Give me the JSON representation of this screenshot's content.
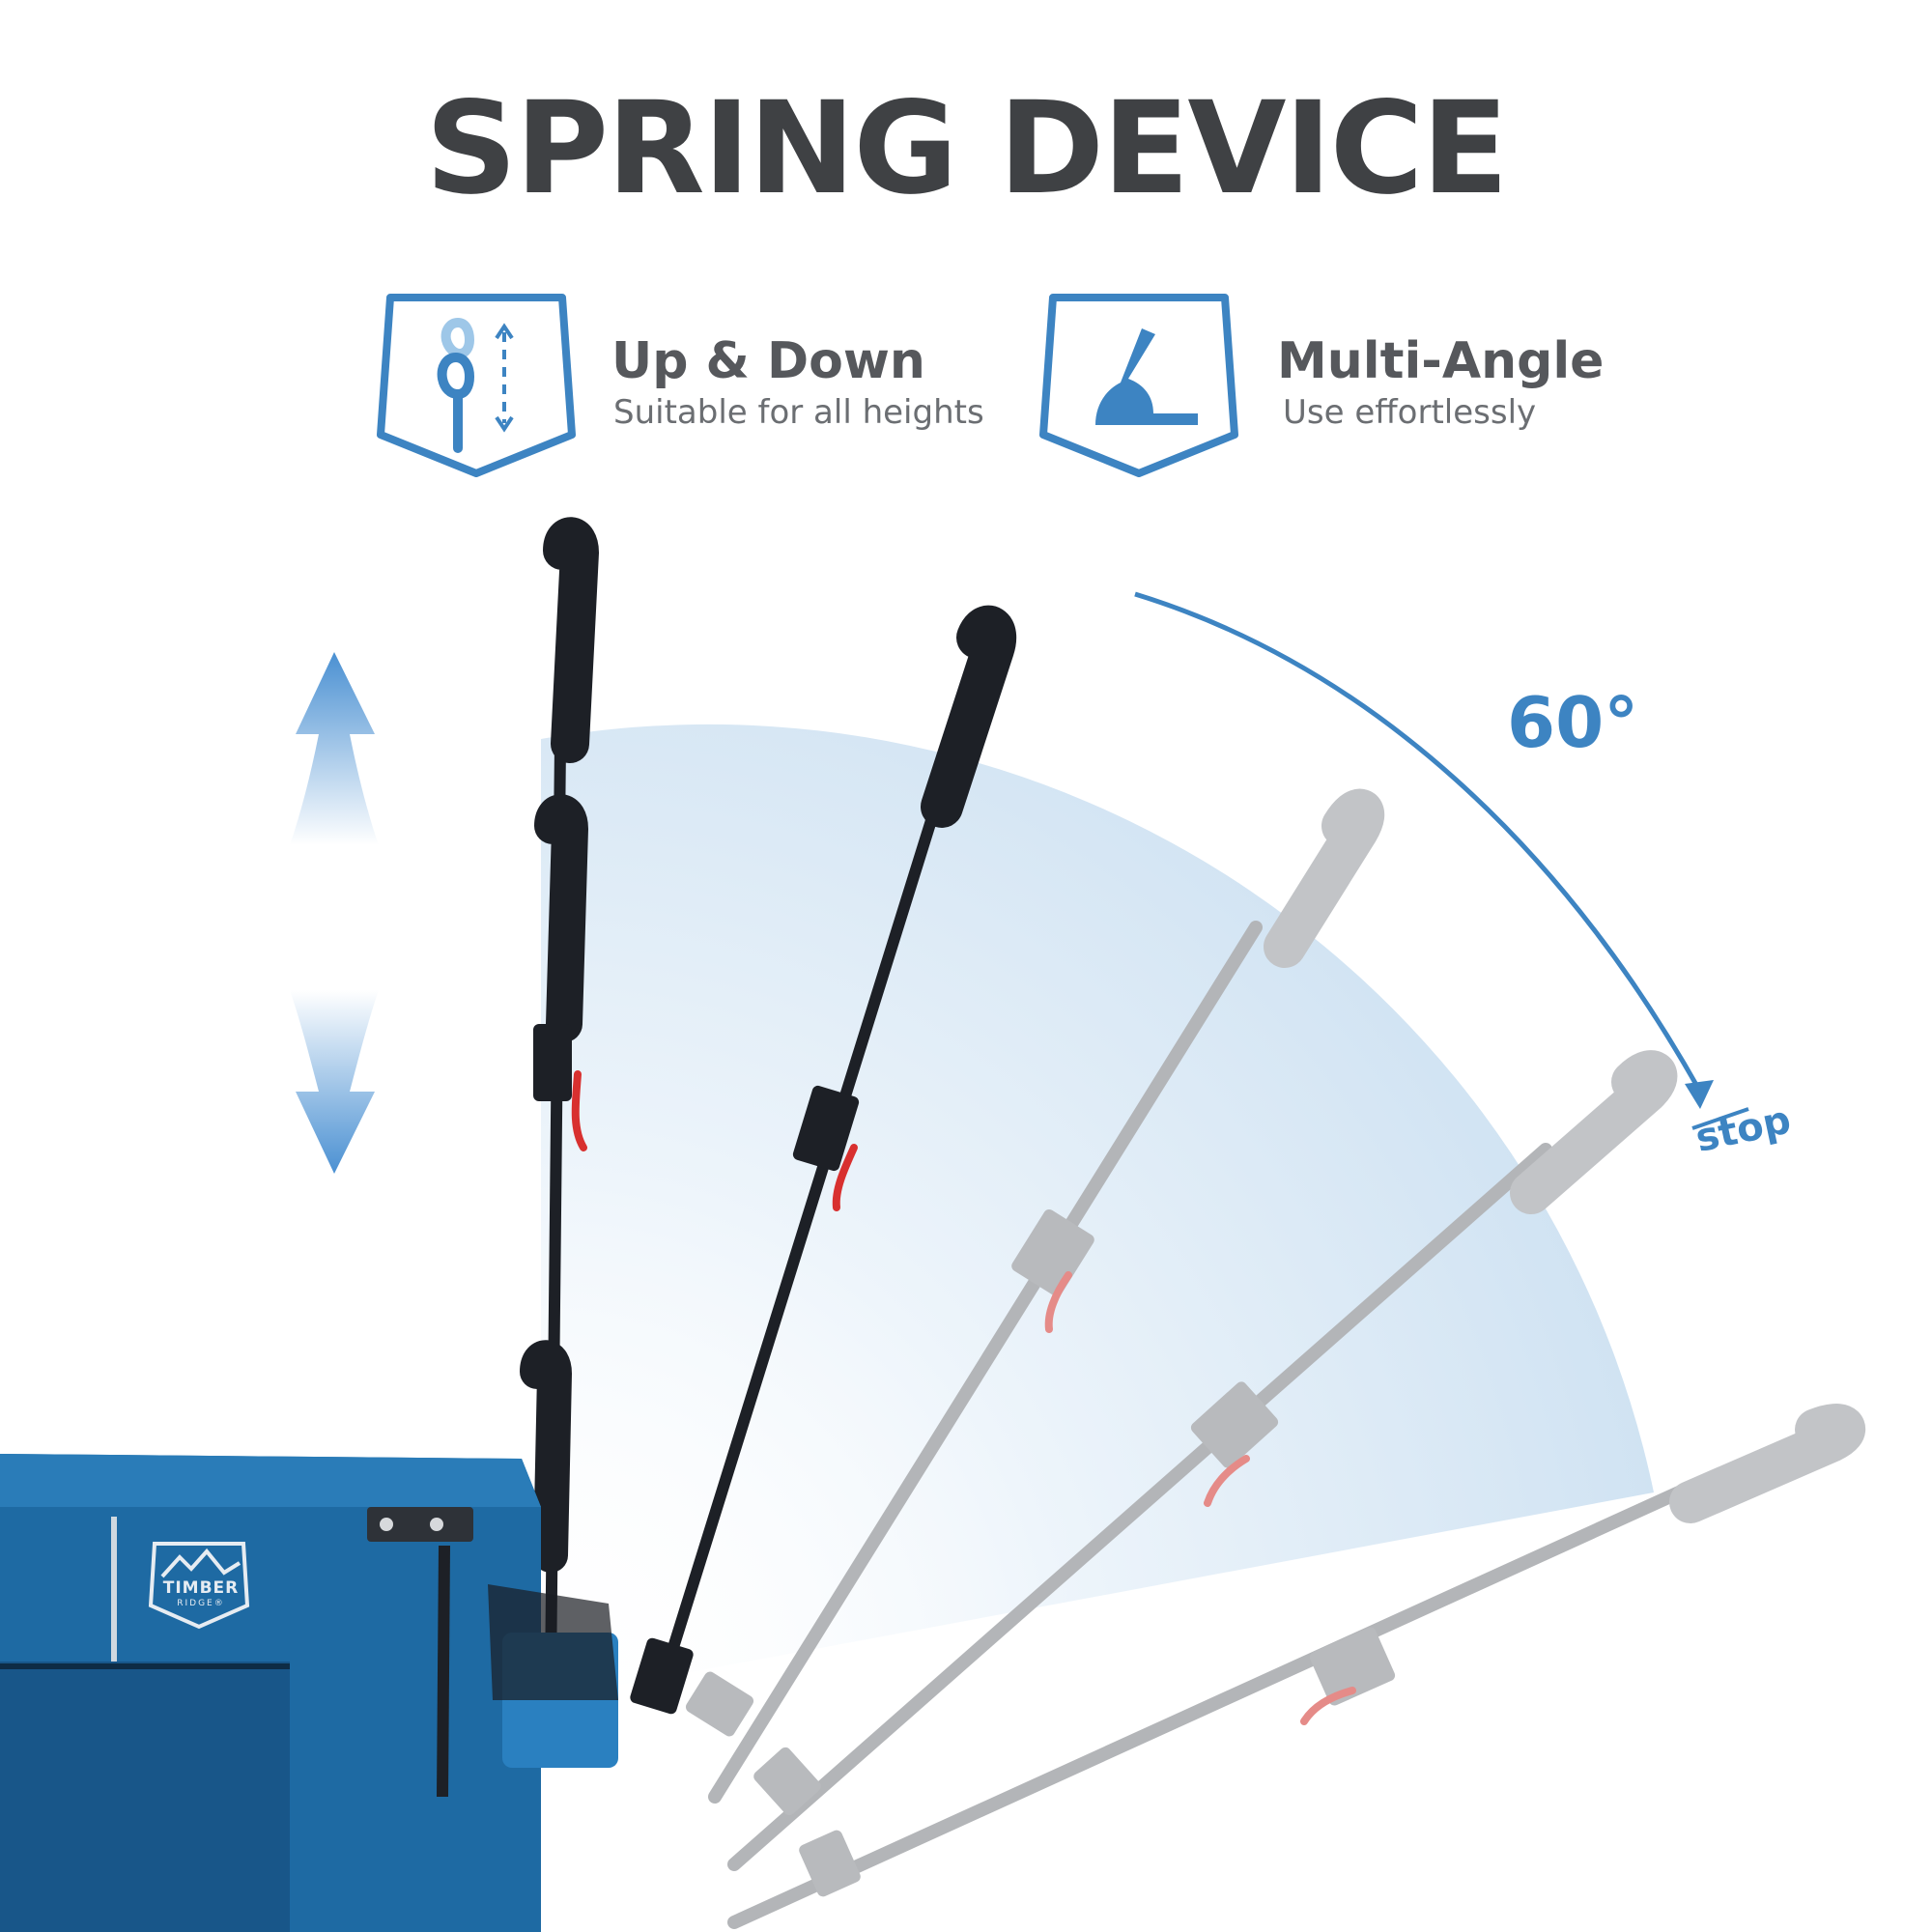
{
  "title": "SPRING DEVICE",
  "features": [
    {
      "title": "Up & Down",
      "subtitle": "Suitable for all heights",
      "icon": "height-adjust-icon"
    },
    {
      "title": "Multi-Angle",
      "subtitle": "Use effortlessly",
      "icon": "angle-icon"
    }
  ],
  "angle": {
    "value_label": "60°",
    "stop_label": "stop"
  },
  "brand": {
    "logo_text": "TIMBER",
    "logo_subtext": "RIDGE®"
  },
  "colors": {
    "accent": "#3d84c2",
    "title": "#3f4144",
    "wagon": "#1e6aa3",
    "handle": "#1d2026",
    "ghost_handle": "#b3b5b8",
    "trigger": "#d8302f"
  }
}
